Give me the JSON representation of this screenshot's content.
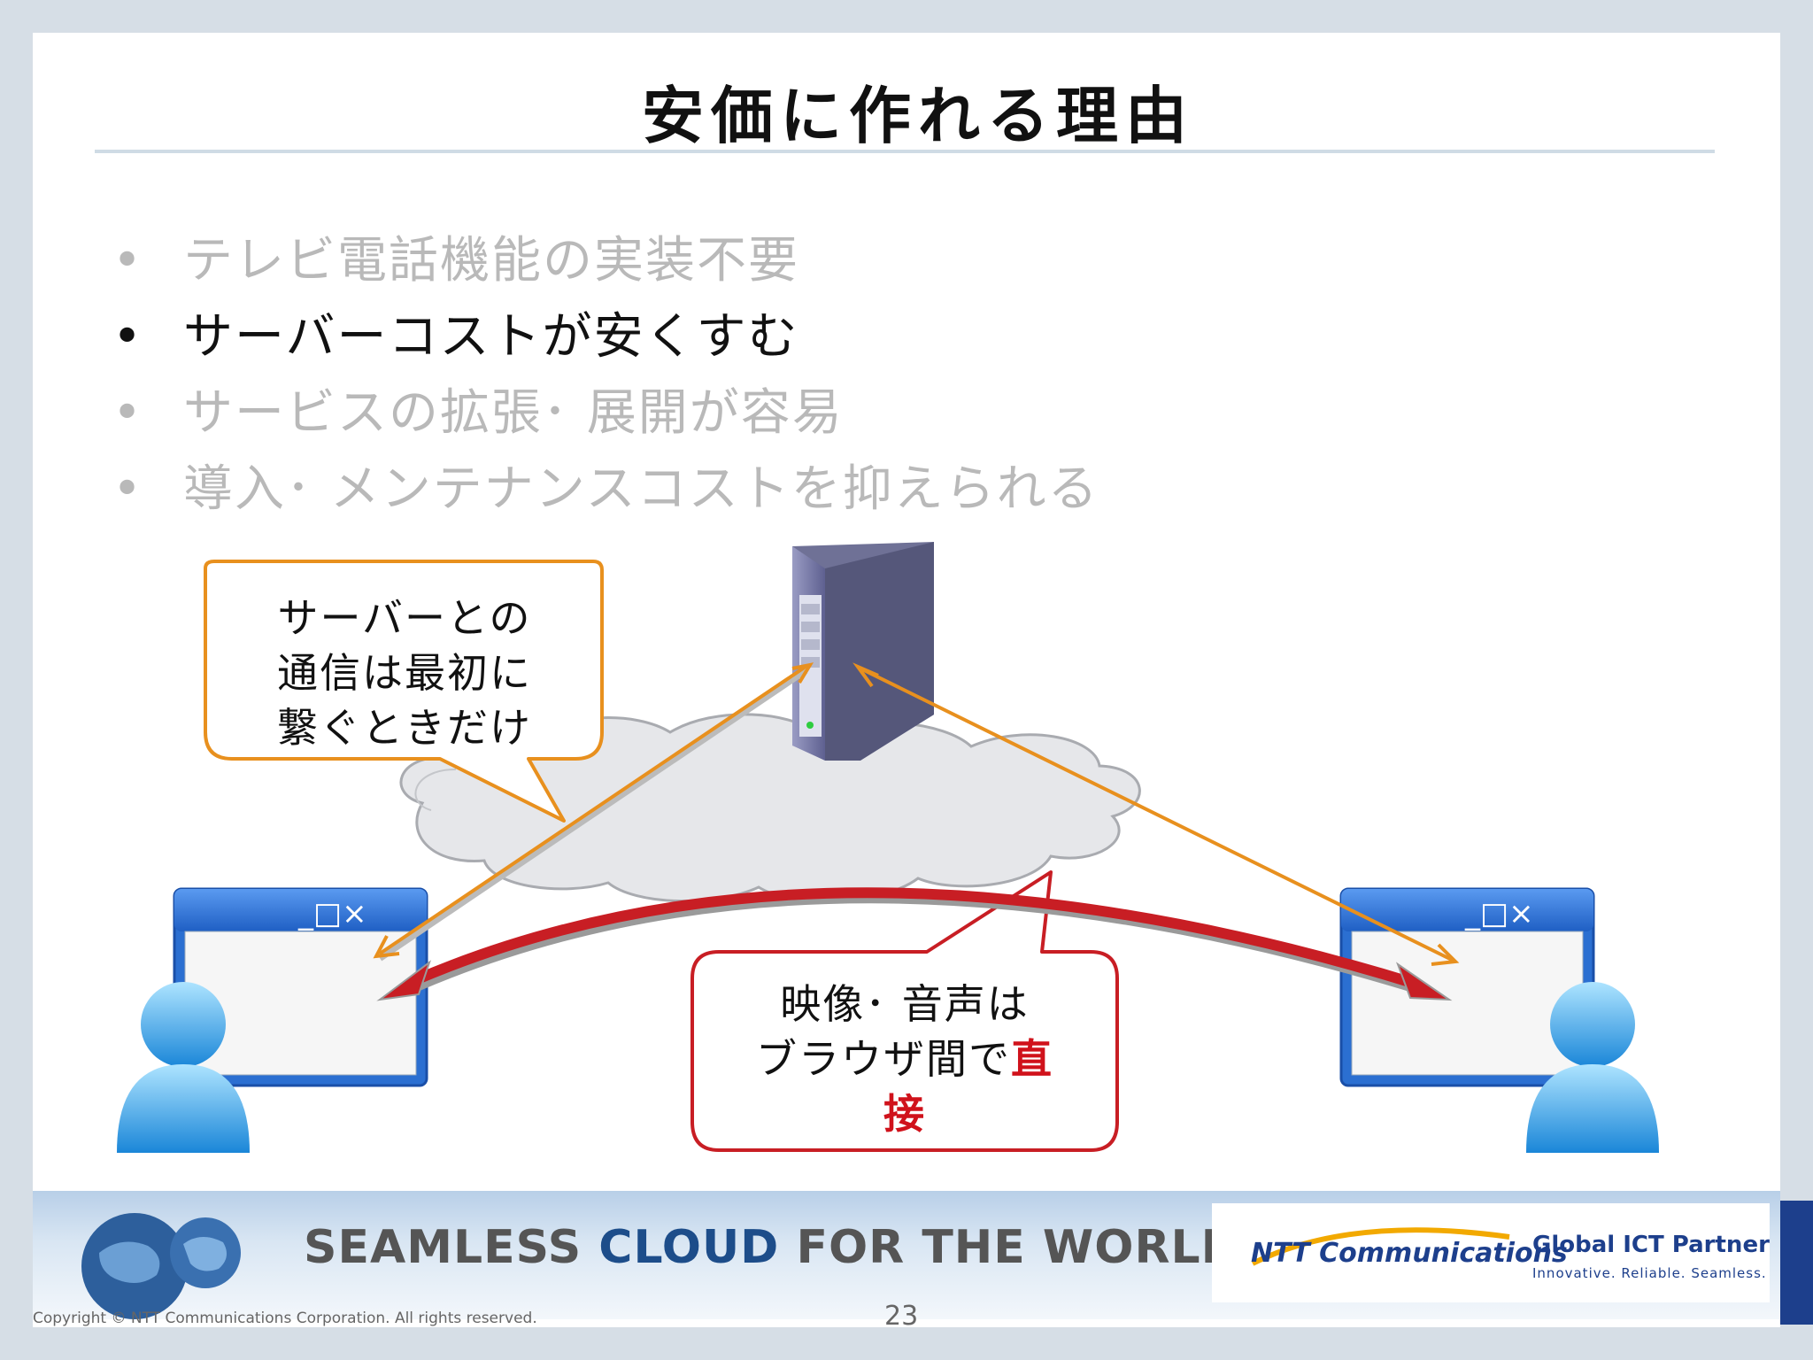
{
  "title": "安価に作れる理由",
  "bullets": [
    {
      "text": "テレビ電話機能の実装不要",
      "state": "dim"
    },
    {
      "text": "サーバーコストが安くすむ",
      "state": "active"
    },
    {
      "text": "サービスの拡張･ 展開が容易",
      "state": "dim"
    },
    {
      "text": "導入･ メンテナンスコストを抑えられる",
      "state": "dim"
    }
  ],
  "bullet_symbol": "•",
  "callout_left": {
    "lines": [
      "サーバーとの",
      "通信は最初に",
      "繋ぐときだけ"
    ],
    "border_color": "#e8901e"
  },
  "callout_right": {
    "line1": "映像･ 音声は",
    "line2_plain": "ブラウザ間で",
    "line2_emph": "直",
    "line3_emph": "接",
    "border_color": "#c81e24",
    "emph_color": "#d0121b"
  },
  "window_controls": "_□×",
  "icons": {
    "server": "server-tower-icon",
    "cloud": "cloud-icon",
    "window_left": "browser-window-icon",
    "window_right": "browser-window-icon",
    "user_left": "user-icon",
    "user_right": "user-icon"
  },
  "colors": {
    "signaling_arrow": "#e8901e",
    "media_arrow": "#c81e24",
    "window_blue": "#2b6fd1"
  },
  "footer": {
    "slogan_a": "SEAMLESS ",
    "slogan_b": "CLOUD",
    "slogan_c": " FOR THE WORLD",
    "logo_text": "NTT Communications",
    "partner_title": "Global ICT Partner",
    "partner_sub": "Innovative. Reliable. Seamless.",
    "copyright": "Copyright © NTT Communications Corporation. All rights reserved.",
    "page_number": "23"
  }
}
